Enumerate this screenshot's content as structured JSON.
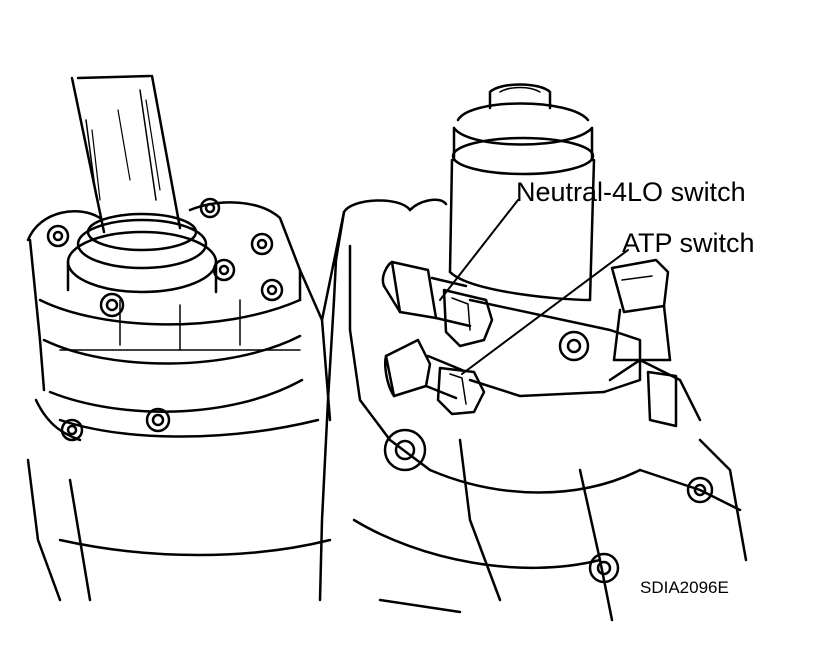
{
  "labels": {
    "neutral_4lo_switch": "Neutral-4LO switch",
    "atp_switch": "ATP switch",
    "figure_code": "SDIA2096E"
  },
  "colors": {
    "line": "#000000",
    "background": "#ffffff"
  }
}
